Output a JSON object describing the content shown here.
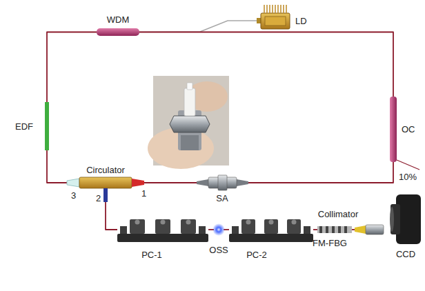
{
  "diagram": {
    "nodes": [
      {
        "text": [
          "WDM"
        ]
      },
      {
        "text": [
          "LD"
        ]
      },
      {
        "text": [
          "EDF"
        ]
      },
      {
        "text": [
          "OC"
        ]
      },
      {
        "text": [
          "Circulator"
        ]
      },
      {
        "text": [
          "SA"
        ]
      },
      {
        "text": [
          "PC-1"
        ]
      },
      {
        "text": [
          "OSS"
        ]
      },
      {
        "text": [
          "PC-2"
        ]
      },
      {
        "text": [
          "FM-FBG"
        ]
      },
      {
        "text": [
          "Collimator"
        ]
      },
      {
        "text": [
          "CCD"
        ]
      }
    ],
    "edges": [
      {
        "from": 1,
        "to": 0,
        "arrow": "none"
      },
      {
        "from": 0,
        "to": 2,
        "arrow": "none"
      },
      {
        "from": 2,
        "to": 4,
        "arrow": "none"
      },
      {
        "from": 4,
        "to": 5,
        "arrow": "none"
      },
      {
        "from": 5,
        "to": 3,
        "arrow": "none"
      },
      {
        "from": 3,
        "to": 0,
        "arrow": "none"
      },
      {
        "from": 4,
        "to": 6,
        "arrow": "none"
      },
      {
        "from": 6,
        "to": 7,
        "arrow": "none"
      },
      {
        "from": 7,
        "to": 8,
        "arrow": "none"
      },
      {
        "from": 8,
        "to": 9,
        "arrow": "none"
      },
      {
        "from": 9,
        "to": 10,
        "arrow": "none"
      }
    ],
    "labels": [
      "10%",
      "3",
      "2",
      "1"
    ]
  }
}
